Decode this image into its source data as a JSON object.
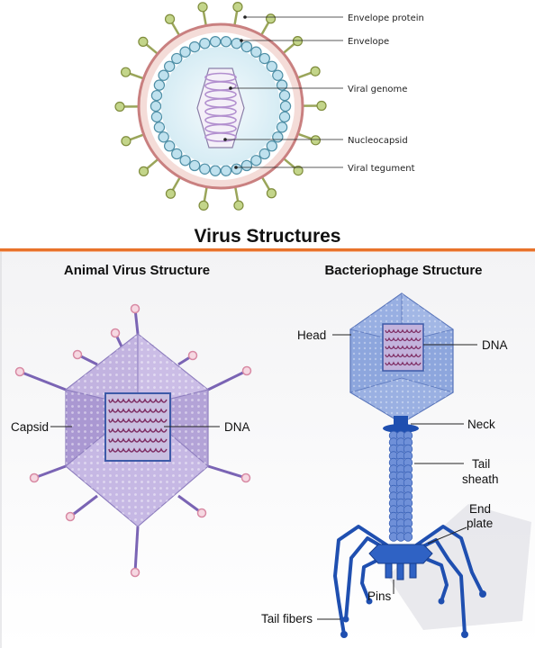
{
  "top_diagram": {
    "labels": {
      "envelope_protein": "Envelope protein",
      "envelope": "Envelope",
      "viral_genome": "Viral genome",
      "nucleocapsid": "Nucleocapsid",
      "viral_tegument": "Viral tegument"
    }
  },
  "title": "Virus Structures",
  "animal": {
    "title": "Animal Virus Structure",
    "labels": {
      "capsid": "Capsid",
      "dna": "DNA"
    }
  },
  "phage": {
    "title": "Bacteriophage Structure",
    "labels": {
      "head": "Head",
      "dna": "DNA",
      "neck": "Neck",
      "tail_line1": "Tail",
      "tail_line2": "sheath",
      "end_line1": "End",
      "end_line2": "plate",
      "pins": "Pins",
      "tail_fibers": "Tail fibers"
    }
  },
  "colors": {
    "accent_orange": "#e8722a",
    "animal_bg": "#f0f0f2",
    "animal_purple": "#b7a6d8",
    "phage_blue": "#8aa3dc",
    "phage_dark": "#1f4fb0"
  }
}
